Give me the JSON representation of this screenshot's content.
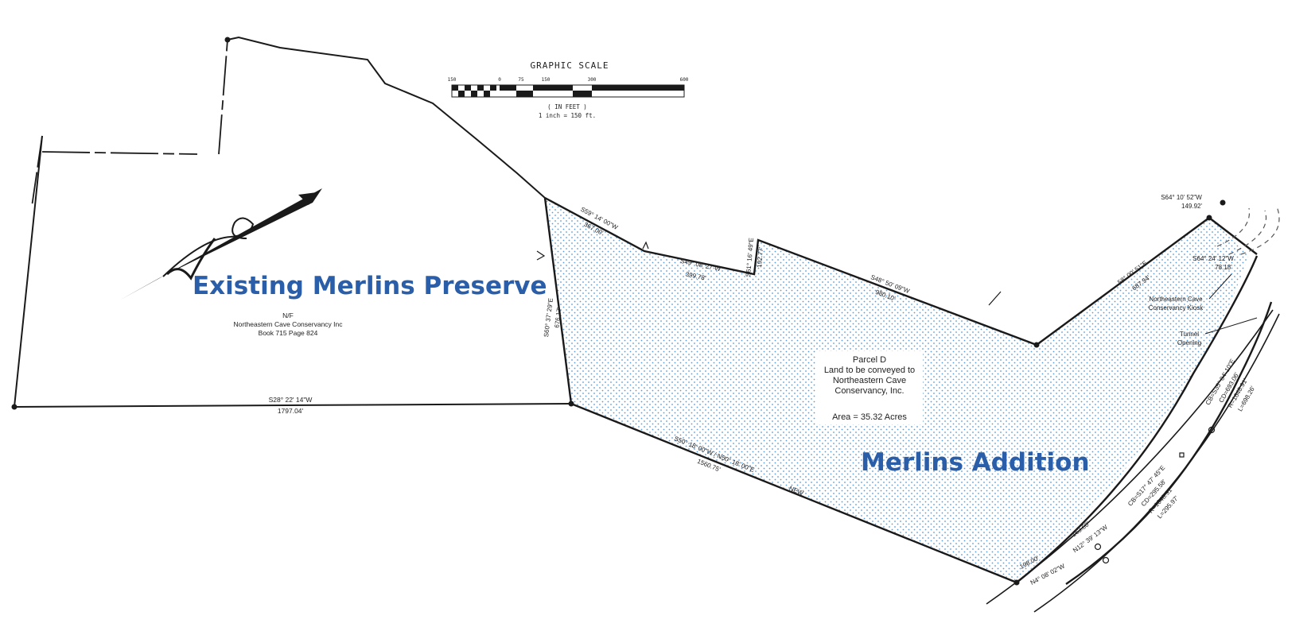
{
  "labels": {
    "existing_title": "Existing Merlins Preserve",
    "addition_title": "Merlins Addition"
  },
  "owner_note": {
    "line1": "N/F",
    "line2": "Northeastern Cave Conservancy Inc",
    "line3": "Book 715 Page 824"
  },
  "parcel": {
    "line1": "Parcel D",
    "line2": "Land to be conveyed to",
    "line3": "Northeastern Cave",
    "line4": "Conservancy, Inc.",
    "area": "Area = 35.32 Acres"
  },
  "scale": {
    "title": "GRAPHIC SCALE",
    "ticks": [
      "150",
      "0",
      "75",
      "150",
      "300",
      "600"
    ],
    "units": "( IN FEET )",
    "ratio": "1 inch = 150 ft."
  },
  "bearings": {
    "south_bearing": "S28° 22' 14\"W",
    "south_dist": "1797.04'",
    "west_bearing": "S60° 37' 29\"E",
    "west_dist": "676.17'",
    "nw1_bearing": "S59° 14' 00\"W",
    "nw1_dist": "367.00'",
    "nw2_bearing": "S49° 08' 27\"W",
    "nw2_dist": "399.78'",
    "notch_bearing": "S61° 16' 49\"E",
    "notch_dist": "192.77'",
    "ne_bearing": "S48° 50' 09\"W",
    "ne_dist": "980.10'",
    "east_bearing": "58° 00' 51\"E",
    "east_dist": "687.94'",
    "top_bearing": "S64° 10' 52\"W",
    "top_dist": "149.92'",
    "top2_bearing": "S64° 24' 12\"W",
    "top2_dist": "78.18'",
    "sw_bearing": "S50° 18' 00\"W / N50° 18' 00\"E",
    "sw_dist": "1560.75'",
    "new_label": "NEW",
    "bot_bearing": "N4° 08' 02\"W",
    "bot_dist": "198.00'",
    "bot2_bearing": "N12° 39' 13\"W",
    "bot2_dist": "163.60'",
    "curve1_cb": "CB=S17° 47' 45\"E",
    "curve1_cd": "CD=295.58'",
    "curve1_r": "R=1648.91'",
    "curve1_l": "L=295.97'",
    "curve2_cb": "CB=S35° 04' 10\"E",
    "curve2_cd": "CD=693.06'",
    "curve2_r": "R=1648.91'",
    "curve2_l": "L=698.26'"
  },
  "features": {
    "kiosk_line1": "Northeastern Cave",
    "kiosk_line2": "Conservancy Kiosk",
    "tunnel_line1": "Tunnel",
    "tunnel_line2": "Opening"
  },
  "colors": {
    "title_blue": "#2a5ea8",
    "stipple_blue": "#5b9bd5",
    "line": "#1a1a1a"
  }
}
